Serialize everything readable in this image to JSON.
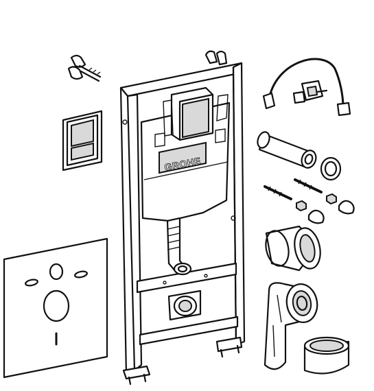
{
  "brand": {
    "logo_text": "GROHE"
  },
  "colors": {
    "line": "#111111",
    "background": "#ffffff",
    "shade": "#d9d9d9"
  },
  "parts": [
    {
      "name": "wall-anchor-bolts",
      "icon": "bolt-icon"
    },
    {
      "name": "flush-plate",
      "icon": "flush-plate-icon"
    },
    {
      "name": "installation-frame",
      "icon": "frame-icon"
    },
    {
      "name": "cistern",
      "icon": "cistern-icon"
    },
    {
      "name": "water-supply-hose",
      "icon": "hose-icon"
    },
    {
      "name": "inlet-valve",
      "icon": "valve-icon"
    },
    {
      "name": "flush-pipe-connector",
      "icon": "pipe-icon"
    },
    {
      "name": "seal-ring",
      "icon": "ring-icon"
    },
    {
      "name": "threaded-rods",
      "icon": "rod-icon"
    },
    {
      "name": "nuts-and-caps",
      "icon": "nut-icon"
    },
    {
      "name": "pan-connector",
      "icon": "connector-icon"
    },
    {
      "name": "drain-elbow",
      "icon": "elbow-icon"
    },
    {
      "name": "protective-cap",
      "icon": "cap-icon"
    },
    {
      "name": "soundproofing-mat",
      "icon": "mat-icon"
    }
  ]
}
